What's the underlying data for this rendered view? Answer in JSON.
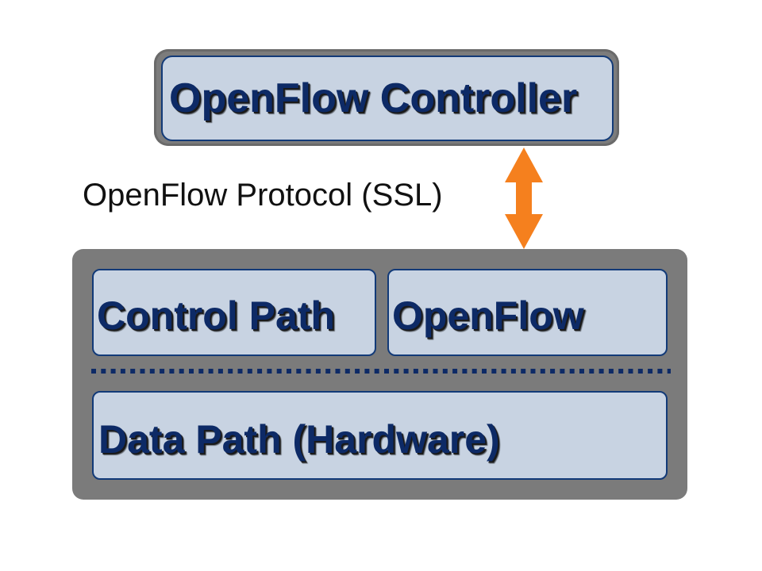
{
  "controller": {
    "label": "OpenFlow Controller"
  },
  "protocol": {
    "label": "OpenFlow Protocol (SSL)"
  },
  "switch": {
    "control_path_label": "Control Path",
    "openflow_label": "OpenFlow",
    "data_path_label": "Data Path (Hardware)"
  },
  "colors": {
    "frame": "#7a7a7a",
    "box_fill": "#c8d3e2",
    "box_border": "#123a78",
    "label_text": "#0d2a66",
    "arrow": "#f5801e",
    "divider": "#0d2a66"
  },
  "icons": {
    "arrow": "double-headed-vertical-arrow-icon"
  }
}
